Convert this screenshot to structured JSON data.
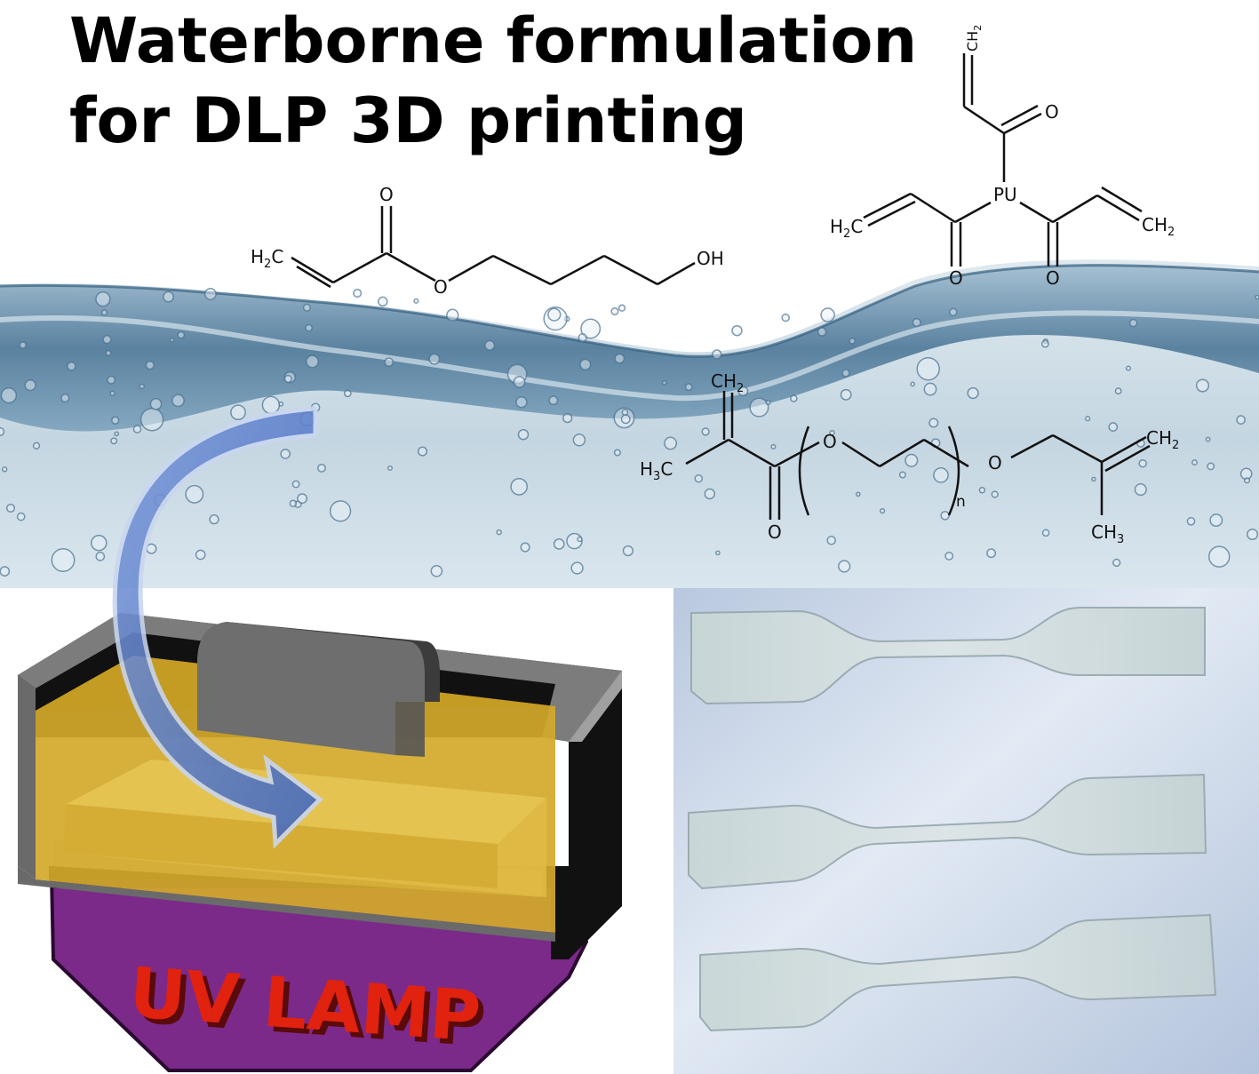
{
  "title": {
    "line1": "Waterborne formulation",
    "line2": "for DLP 3D printing"
  },
  "chem": {
    "hba": {
      "h2c": "H",
      "h2c_sub": "2",
      "h2c_end": "C",
      "o_carbonyl": "O",
      "o_ester": "O",
      "oh": "OH"
    },
    "pua": {
      "ch2_top": "CH",
      "ch2_top_sub": "2",
      "o_top": "O",
      "pu": "PU",
      "h2c_left": "H",
      "h2c_left_sub": "2",
      "h2c_left_end": "C",
      "ch2_right": "CH",
      "ch2_right_sub": "2",
      "o_left": "O",
      "o_right": "O"
    },
    "pegdma": {
      "ch2_top": "CH",
      "ch2_top_sub": "2",
      "h3c": "H",
      "h3c_sub": "3",
      "h3c_end": "C",
      "o_carbonyl": "O",
      "o_left": "O",
      "n": "n",
      "o_right": "O",
      "ch2_right": "CH",
      "ch2_right_sub": "2",
      "ch3": "CH",
      "ch3_sub": "3"
    }
  },
  "lamp_label": "UV LAMP",
  "colors": {
    "water": "#5b87a8",
    "resin": "#d2a92a",
    "lamp": "#7a2a86",
    "lamp_text": "#e0220f",
    "arrow": "#4f78c8",
    "photo_bg": "#c8d6ea"
  }
}
